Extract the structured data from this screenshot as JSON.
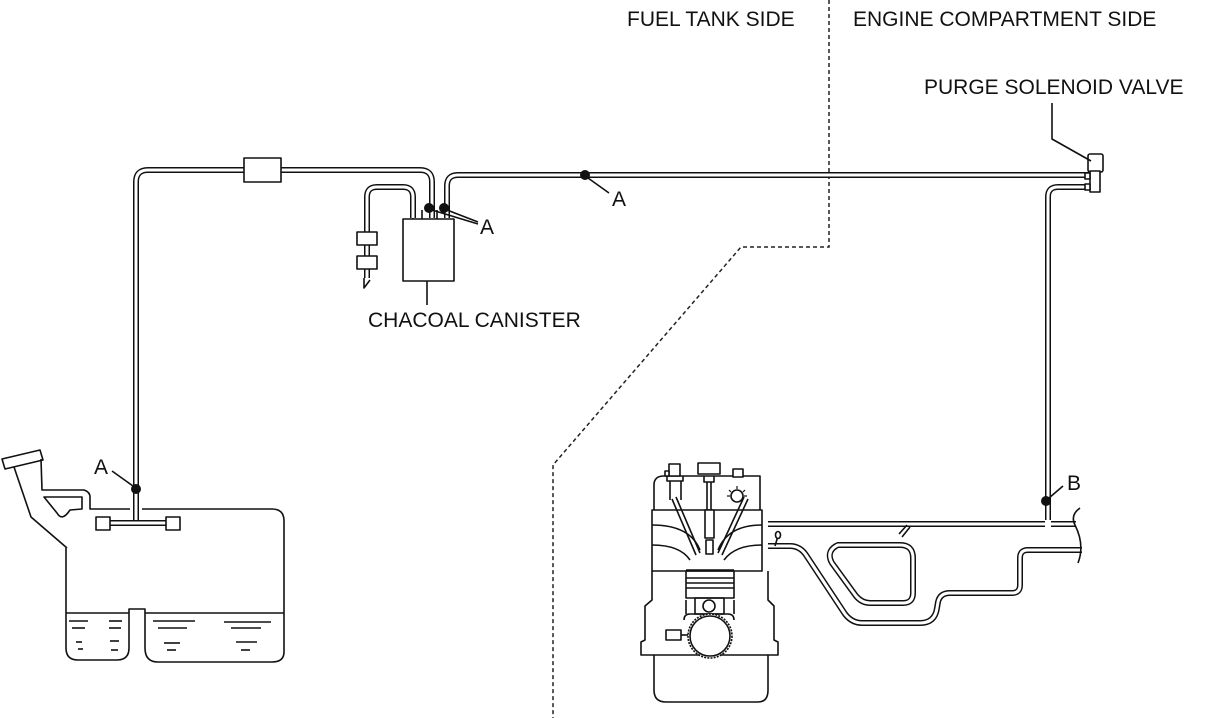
{
  "diagram": {
    "title": "Evaporative emission control system layout",
    "regions": {
      "fuel_tank_side": "FUEL TANK SIDE",
      "engine_compartment_side": "ENGINE COMPARTMENT SIDE"
    },
    "components": {
      "purge_solenoid_valve": "PURGE SOLENOID VALVE",
      "charcoal_canister": "CHACOAL CANISTER"
    },
    "callouts": {
      "a_tank": "A",
      "a_canister": "A",
      "a_line": "A",
      "b_engine": "B"
    }
  }
}
